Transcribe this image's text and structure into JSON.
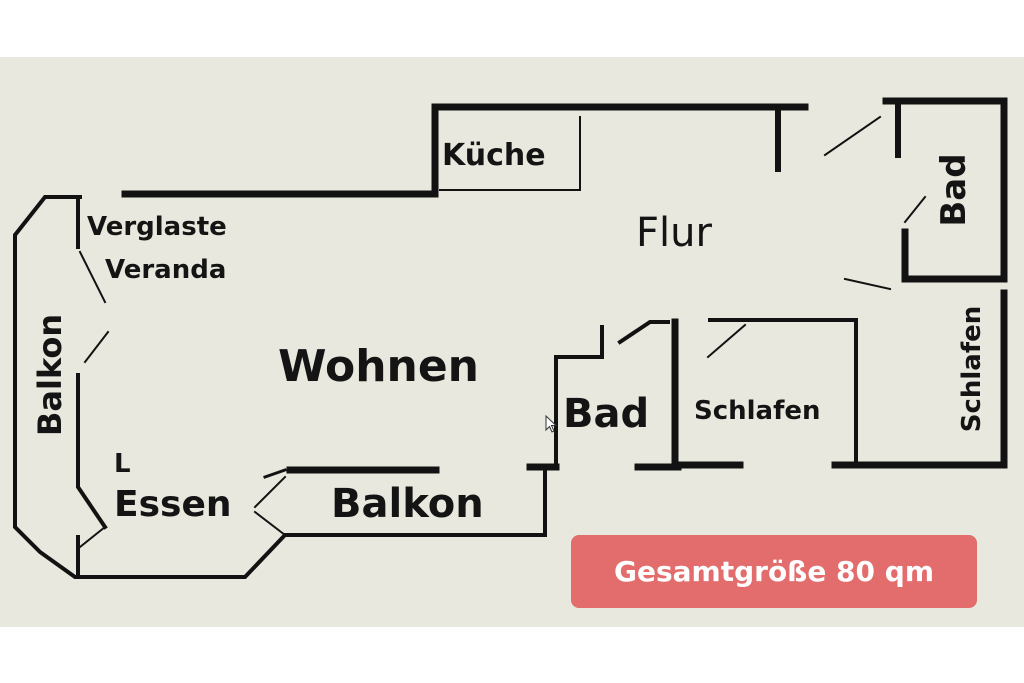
{
  "rooms": {
    "kueche": "Küche",
    "flur": "Flur",
    "bad_top": "Bad",
    "veranda_line1": "Verglaste",
    "veranda_line2": "Veranda",
    "wohnen": "Wohnen",
    "bad_middle": "Bad",
    "schlafen_middle": "Schlafen",
    "schlafen_right": "Schlafen",
    "balkon_left": "Balkon",
    "essen_mark": "L",
    "essen": "Essen",
    "balkon_bottom": "Balkon"
  },
  "badge": {
    "label": "Gesamtgröße 80 qm"
  },
  "colors": {
    "background": "#e9e8de",
    "wall": "#121212",
    "badge": "#e26d6c",
    "badge_text": "#ffffff"
  }
}
